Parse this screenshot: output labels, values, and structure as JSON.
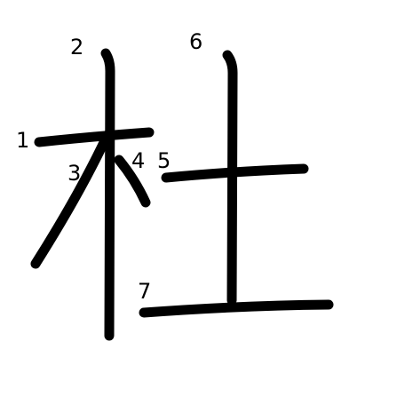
{
  "character": "杜",
  "stroke_color": "#000000",
  "background": "#ffffff",
  "stroke_numbers": [
    "1",
    "2",
    "3",
    "4",
    "5",
    "6",
    "7"
  ]
}
